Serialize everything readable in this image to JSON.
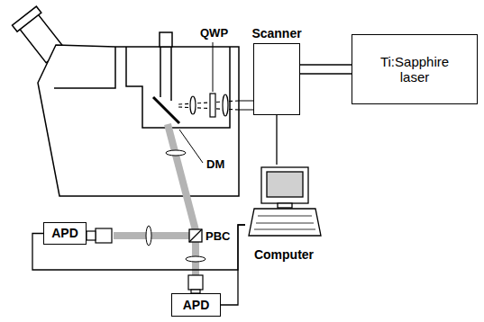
{
  "diagram": {
    "nodes": [
      {
        "text": [
          "Scanner"
        ]
      },
      {
        "text": [
          "Ti:Sapphire laser"
        ]
      },
      {
        "text": [
          "APD"
        ]
      },
      {
        "text": [
          "Computer"
        ]
      },
      {
        "text": [
          "APD"
        ]
      }
    ],
    "edges": [
      {
        "from": 0,
        "to": 1,
        "arrow": "none"
      },
      {
        "from": 0,
        "to": 3,
        "arrow": "none"
      },
      {
        "from": 2,
        "to": 3,
        "arrow": "none"
      },
      {
        "from": 4,
        "to": 3,
        "arrow": "none"
      }
    ],
    "labels": [
      "QWP",
      "DM",
      "PBC"
    ]
  }
}
